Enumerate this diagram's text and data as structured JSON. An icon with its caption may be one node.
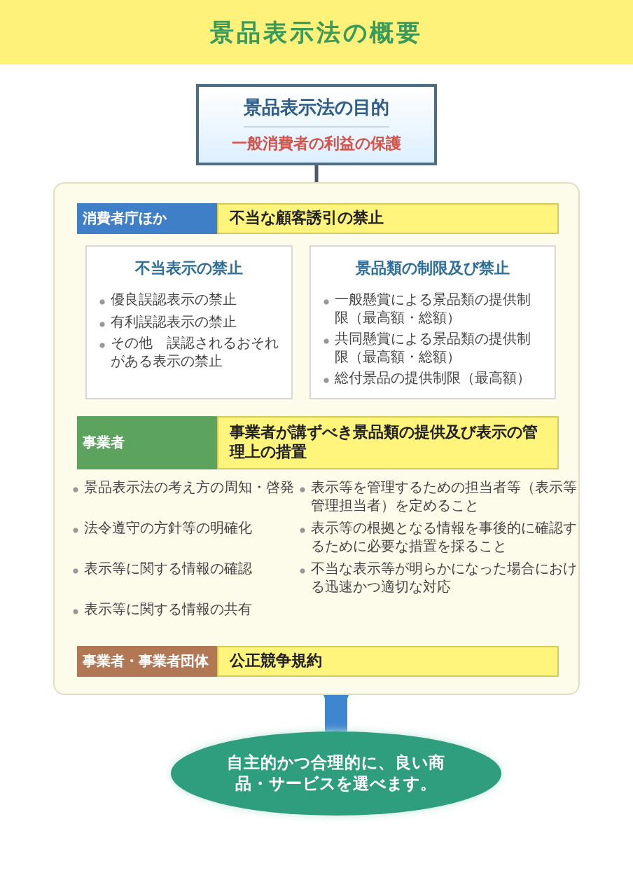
{
  "diagram": {
    "title": "景品表示法の概要",
    "nodes": [
      {
        "text": [
          "景品表示法の目的",
          "一般消費者の利益の保護"
        ]
      },
      {
        "text": [],
        "shape": "box"
      },
      {
        "text": [
          "消費者庁ほか"
        ],
        "in": 1
      },
      {
        "text": [
          "不当な顧客誘引の禁止"
        ],
        "in": 1
      },
      {
        "text": [
          "不当表示の禁止",
          "優良誤認表示の禁止",
          "有利誤認表示の禁止",
          "その他　誤認されるおそれがある表示の禁止"
        ],
        "in": 1
      },
      {
        "text": [
          "景品類の制限及び禁止",
          "一般懸賞による景品類の提供制限（最高額・総額）",
          "共同懸賞による景品類の提供制限（最高額・総額）",
          "総付景品の提供制限（最高額）"
        ],
        "in": 1
      },
      {
        "text": [
          "事業者"
        ],
        "in": 1
      },
      {
        "text": [
          "事業者が講ずべき景品類の提供及び表示の管理上の措置"
        ],
        "in": 1
      },
      {
        "text": [
          "事業者・事業者団体"
        ],
        "in": 1
      },
      {
        "text": [
          "公正競争規約"
        ],
        "in": 1
      },
      {
        "text": [
          "自主的かつ合理的に、良い商品・サービスを選べます。"
        ]
      }
    ],
    "edges": [
      {
        "from": 0,
        "to": 1,
        "arrow": "none"
      },
      {
        "from": 1,
        "to": 10,
        "arrow": "to",
        "style": "thick",
        "color": "#3f86d0"
      }
    ],
    "labels": [
      "景品表示法の考え方の周知・啓発",
      "表示等を管理するための担当者等（表示等管理担当者）を定めること",
      "法令遵守の方針等の明確化",
      "表示等の根拠となる情報を事後的に確認するために必要な措置を採ること",
      "表示等に関する情報の確認",
      "不当な表示等が明らかになった場合における迅速かつ適切な対応",
      "表示等に関する情報の共有"
    ]
  }
}
